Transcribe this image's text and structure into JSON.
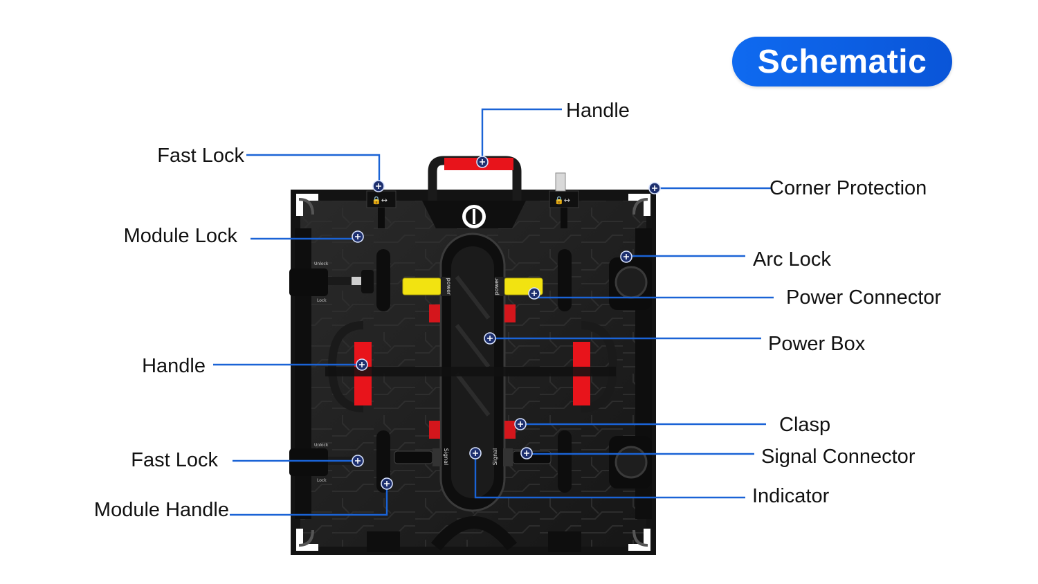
{
  "badge": {
    "title": "Schematic"
  },
  "labels": {
    "handle_top": "Handle",
    "fast_lock_top": "Fast Lock",
    "corner_protection": "Corner Protection",
    "module_lock": "Module Lock",
    "arc_lock": "Arc Lock",
    "power_connector": "Power Connector",
    "power_box": "Power Box",
    "handle_left": "Handle",
    "clasp": "Clasp",
    "signal_connector": "Signal Connector",
    "fast_lock_bottom": "Fast Lock",
    "indicator": "Indicator",
    "module_handle": "Module Handle"
  },
  "panel_marks": {
    "unlock_text": "Unlock",
    "lock_text": "Lock",
    "power_text": "power",
    "signal_text": "Signal"
  },
  "colors": {
    "accent_blue": "#1a63d6",
    "handle_red": "#e8141b",
    "connector_yellow": "#f2e311",
    "cabinet_black": "#1c1c1c"
  }
}
